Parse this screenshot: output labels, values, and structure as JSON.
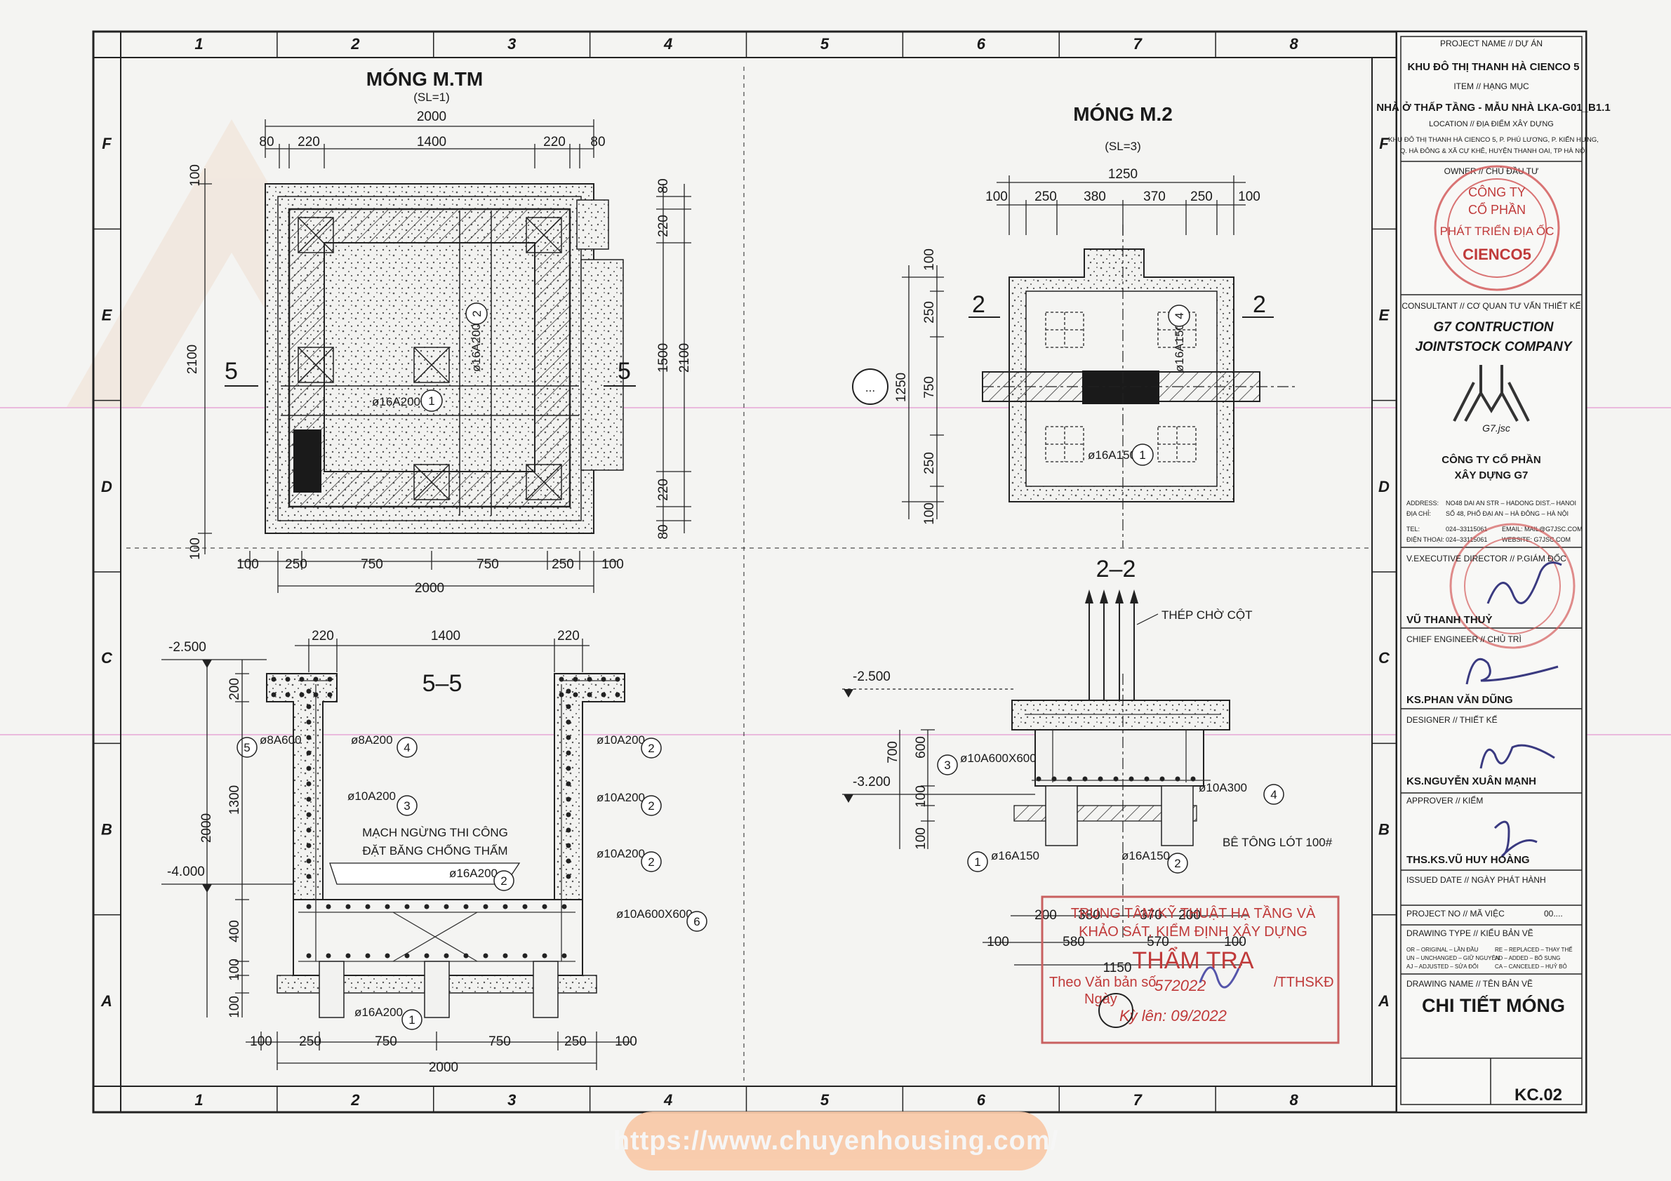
{
  "grid": {
    "cols": [
      "1",
      "2",
      "3",
      "4",
      "5",
      "6",
      "7",
      "8"
    ],
    "rows": [
      "F",
      "E",
      "D",
      "C",
      "B",
      "A"
    ]
  },
  "plan_tm": {
    "title": "MÓNG M.TM",
    "qty": "(SL=1)",
    "dims_top": [
      "2000",
      "80",
      "220",
      "1400",
      "220",
      "80"
    ],
    "dims_bottom": [
      "100",
      "250",
      "750",
      "750",
      "250",
      "100",
      "2000"
    ],
    "dims_left": [
      "100",
      "2100",
      "100"
    ],
    "dims_right": [
      "80",
      "220",
      "1500",
      "2100",
      "220",
      "80"
    ],
    "section": "5",
    "rebar_1": "ø16A200",
    "rebar_1_no": "1",
    "rebar_2": "ø16A200",
    "rebar_2_no": "2"
  },
  "plan_m2": {
    "title": "MÓNG M.2",
    "qty": "(SL=3)",
    "dims_top": [
      "1250",
      "100",
      "250",
      "380",
      "370",
      "250",
      "100"
    ],
    "dims_left": [
      "100",
      "250",
      "750",
      "250",
      "100",
      "1250"
    ],
    "section": "2",
    "callout": "...",
    "rebar_1": "ø16A150",
    "rebar_1_no": "1",
    "rebar_4": "ø16A150",
    "rebar_4_no": "4"
  },
  "sec55": {
    "title": "5–5",
    "lvl_top": "-2.500",
    "lvl_bot": "-4.000",
    "dims_top": [
      "220",
      "1400",
      "220"
    ],
    "dims_left": [
      "200",
      "1300",
      "2000",
      "400",
      "100",
      "100"
    ],
    "dims_bottom": [
      "100",
      "250",
      "750",
      "750",
      "250",
      "100",
      "2000"
    ],
    "note_1": "MẠCH NGỪNG THI CÔNG",
    "note_2": "ĐẶT BĂNG CHỐNG THẤM",
    "r5": "ø8A600",
    "r5_no": "5",
    "r4": "ø8A200",
    "r4_no": "4",
    "r3": "ø10A200",
    "r3_no": "3",
    "r2a": "ø10A200",
    "r2b": "ø10A200",
    "r2c": "ø10A200",
    "r2_no": "2",
    "r2d": "ø16A200",
    "r6": "ø10A600X600",
    "r6_no": "6",
    "r1": "ø16A200",
    "r1_no": "1"
  },
  "sec22": {
    "title": "2–2",
    "note_col": "THÉP CHỜ CỘT",
    "note_lean": "BÊ TÔNG LÓT 100#",
    "lvl_top": "-2.500",
    "lvl_bot": "-3.200",
    "dims_left": [
      "700",
      "600",
      "100",
      "100"
    ],
    "dims_bottom": [
      "200",
      "380",
      "370",
      "200",
      "100",
      "580",
      "570",
      "100",
      "1150"
    ],
    "r3": "ø10A600X600",
    "r3_no": "3",
    "r4": "ø10A300",
    "r4_no": "4",
    "r1": "ø16A150",
    "r1_no": "1",
    "r2": "ø16A150",
    "r2_no": "2"
  },
  "stamp_inspect": {
    "line1": "TRUNG TÂM KỸ THUẬT HẠ TẦNG VÀ",
    "line2": "KHẢO SÁT, KIỂM ĐỊNH XÂY DỰNG",
    "line3": "THẨM TRA",
    "line4": "Theo Văn bản số",
    "line5": "/TTHSKĐ",
    "line6": "Ngày",
    "line7": "Kỳ lên: 09/2022",
    "no": "572022"
  },
  "titleblock": {
    "project_h": "PROJECT NAME // DỰ ÁN",
    "project": "KHU ĐÔ THỊ THANH HÀ CIENCO 5",
    "item_h": "ITEM // HẠNG MỤC",
    "item": "NHÀ Ở THẤP TẦNG - MẪU NHÀ LKA-G01_B1.1",
    "loc_h": "LOCATION // ĐỊA ĐIỂM XÂY DỰNG",
    "loc_1": "KHU ĐÔ THỊ THANH HÀ CIENCO 5, P. PHÚ LƯƠNG, P. KIẾN HƯNG,",
    "loc_2": "Q. HÀ ĐÔNG & XÃ CỰ KHÊ, HUYỆN THANH OAI, TP HÀ NỘI",
    "owner_h": "OWNER // CHỦ ĐẦU TƯ",
    "owner_stamp_1": "CÔNG TY",
    "owner_stamp_2": "CỔ PHẦN",
    "owner_stamp_3": "PHÁT TRIỂN ĐỊA ỐC",
    "owner_stamp_4": "CIENCO5",
    "consult_h": "CONSULTANT // CƠ QUAN TƯ VẤN THIẾT KẾ",
    "consult_1": "G7 CONTRUCTION",
    "consult_2": "JOINTSTOCK COMPANY",
    "logo_sub": "G7.jsc",
    "company_1": "CÔNG TY CỔ PHẦN",
    "company_2": "XÂY DỰNG G7",
    "addr_l": "ADDRESS:",
    "addr": "NO48 DAI AN STR – HADONG DIST.– HANOI",
    "addr2_l": "ĐỊA CHỈ:",
    "addr2": "SỐ 48, PHỐ ĐẠI AN – HÀ ĐÔNG – HÀ NỘI",
    "tel_l": "TEL:",
    "tel": "024–33115061",
    "email": "EMAIL: MAIL@G7JSC.COM",
    "phone_l": "ĐIỆN THOẠI:",
    "phone": "024–33115061",
    "web": "WEBSITE: G7JSC.COM",
    "dir_h": "V.EXECUTIVE DIRECTOR // P.GIÁM ĐỐC",
    "dir": "VŨ THANH THUỶ",
    "chief_h": "CHIEF ENGINEER // CHỦ TRÌ",
    "chief": "KS.PHAN VĂN DŨNG",
    "designer_h": "DESIGNER // THIẾT KẾ",
    "designer": "KS.NGUYỄN XUÂN MẠNH",
    "approver_h": "APPROVER // KIỂM",
    "approver": "THS.KS.VŨ HUY HOÀNG",
    "issued_h": "ISSUED DATE // NGÀY PHÁT HÀNH",
    "projno_h": "PROJECT NO // MÃ VIỆC",
    "projno": "00....",
    "type_h": "DRAWING TYPE // KIỂU BẢN VẼ",
    "type_1": "OR – ORIGINAL – LẦN ĐẦU",
    "type_2": "UN – UNCHANGED – GIỮ NGUYÊN",
    "type_3": "AJ – ADJUSTED – SỬA ĐỔI",
    "type_4": "RE – REPLACED – THAY THẾ",
    "type_5": "AD – ADDED – BỔ SUNG",
    "type_6": "CA – CANCELED – HUỶ BỎ",
    "name_h": "DRAWING NAME // TÊN BẢN VẼ",
    "name": "CHI TIẾT MÓNG",
    "sheet": "KC.02"
  },
  "watermark": "https://www.chuyenhousing.com/"
}
